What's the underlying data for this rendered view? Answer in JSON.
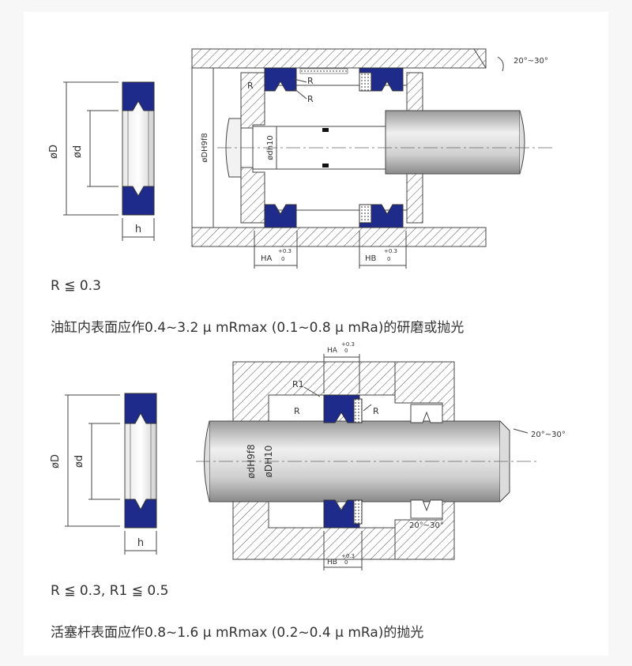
{
  "colors": {
    "seal_blue": "#1e2b8a",
    "line": "#444444",
    "rod_light": "#eeeeee",
    "rod_dark": "#9a9a9a"
  },
  "piston_diagram": {
    "dim_D": "øD",
    "dim_d": "ød",
    "dim_h": "h",
    "radius_R1": "R",
    "radius_R2": "R",
    "radius_R3": "R",
    "bore": "øDH9f8",
    "rod": "ødh10",
    "chamfer": "20°~30°",
    "groove_a": "HA",
    "groove_b": "HB",
    "tolerance_plus": "+0.3",
    "tolerance_zero": "0"
  },
  "rod_diagram": {
    "dim_D": "øD",
    "dim_d": "ød",
    "dim_h": "h",
    "radius_R1": "R1",
    "radius_R2": "R",
    "radius_R3": "R",
    "rod_a": "ødH9f8",
    "rod_b": "øDH10",
    "chamfer_1": "20°~30°",
    "chamfer_2": "20°~30°",
    "groove_a": "HA",
    "groove_b": "HB",
    "tolerance_plus": "+0.3",
    "tolerance_zero": "0"
  },
  "notes": {
    "piston_radius": "R ≦ 0.3",
    "piston_surface": "油缸内表面应作0.4~3.2 μ mRmax (0.1~0.8 μ mRa)的研磨或抛光",
    "rod_radius": "R ≦ 0.3, R1 ≦ 0.5",
    "rod_surface": "活塞杆表面应作0.8~1.6 μ mRmax (0.2~0.4 μ mRa)的抛光"
  }
}
